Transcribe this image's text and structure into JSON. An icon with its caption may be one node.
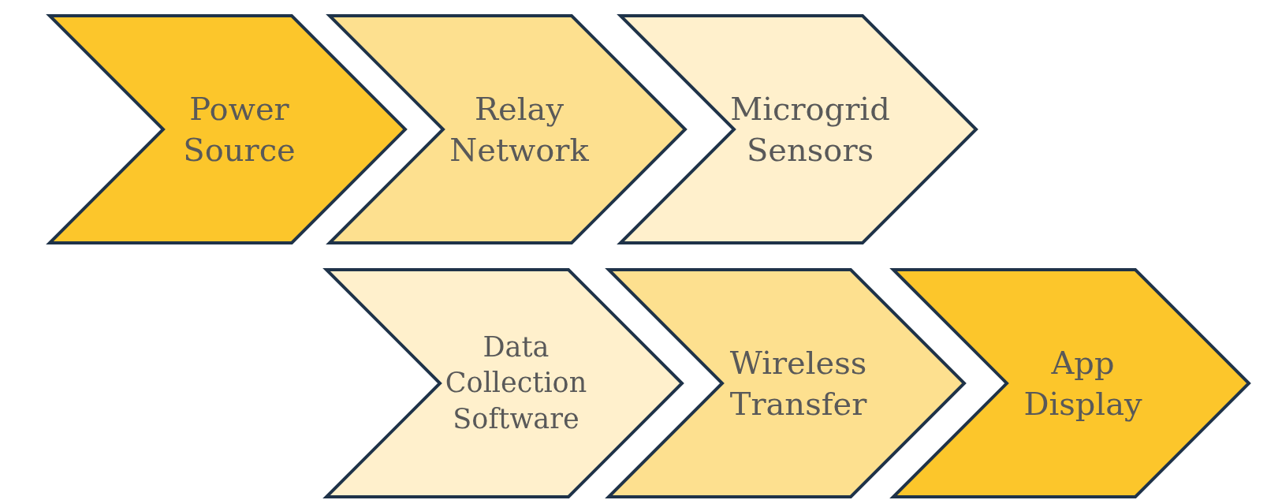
{
  "diagram": {
    "nodes": [
      {
        "text": [
          "Power Source"
        ]
      },
      {
        "text": [
          "Relay Network"
        ]
      },
      {
        "text": [
          "Microgrid Sensors"
        ]
      },
      {
        "text": [
          "Data Collection Software"
        ]
      },
      {
        "text": [
          "Wireless Transfer"
        ]
      },
      {
        "text": [
          "App Display"
        ]
      }
    ]
  }
}
